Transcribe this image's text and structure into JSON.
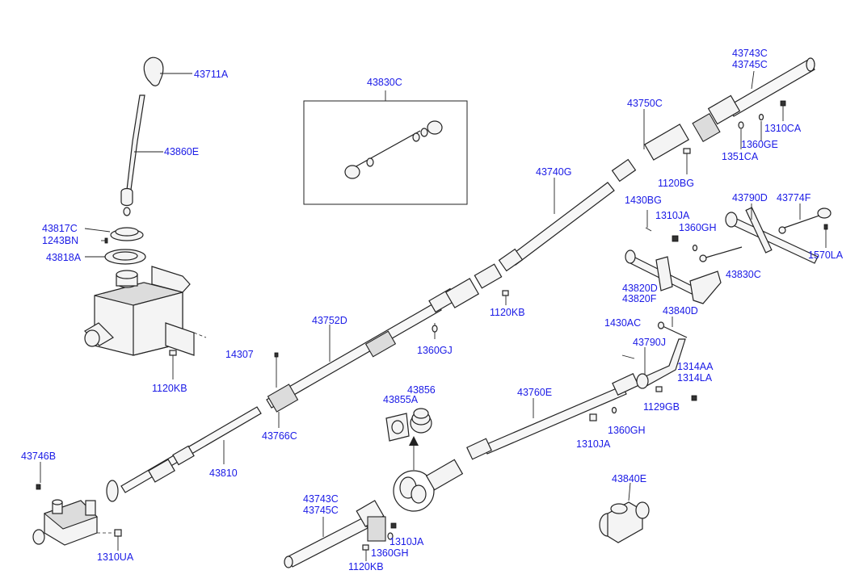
{
  "labels": {
    "p43711A": "43711A",
    "p43860E": "43860E",
    "p43817C": "43817C",
    "p1243BN": "1243BN",
    "p43818A": "43818A",
    "p1120KB_a": "1120KB",
    "p14307": "14307",
    "p43766C": "43766C",
    "p43752D": "43752D",
    "p43810": "43810",
    "p43746B": "43746B",
    "p1310UA": "1310UA",
    "p43830C_top": "43830C",
    "p43740G": "43740G",
    "p1120KB_b": "1120KB",
    "p1360GJ": "1360GJ",
    "p43750C": "43750C",
    "p1120BG": "1120BG",
    "p43743C_top": "43743C",
    "p43745C_top": "43745C",
    "p1310CA": "1310CA",
    "p1360GE": "1360GE",
    "p1351CA": "1351CA",
    "p1430BG": "1430BG",
    "p1310JA_a": "1310JA",
    "p1360GH_a": "1360GH",
    "p43790D": "43790D",
    "p43774F": "43774F",
    "p1570LA": "1570LA",
    "p43830C_right": "43830C",
    "p43820D": "43820D",
    "p43820F": "43820F",
    "p1430AC": "1430AC",
    "p43840D": "43840D",
    "p43790J": "43790J",
    "p1314AA": "1314AA",
    "p1314LA": "1314LA",
    "p1129GB": "1129GB",
    "p43760E": "43760E",
    "p1360GH_b": "1360GH",
    "p1310JA_b": "1310JA",
    "p43855A": "43855A",
    "p43856": "43856",
    "p43743C_bot": "43743C",
    "p43745C_bot": "43745C",
    "p1310JA_c": "1310JA",
    "p1360GH_c": "1360GH",
    "p1120KB_c": "1120KB",
    "p43840E": "43840E"
  },
  "colors": {
    "label_text": "#1a1ae6",
    "line_art": "#222222",
    "background": "#ffffff"
  }
}
